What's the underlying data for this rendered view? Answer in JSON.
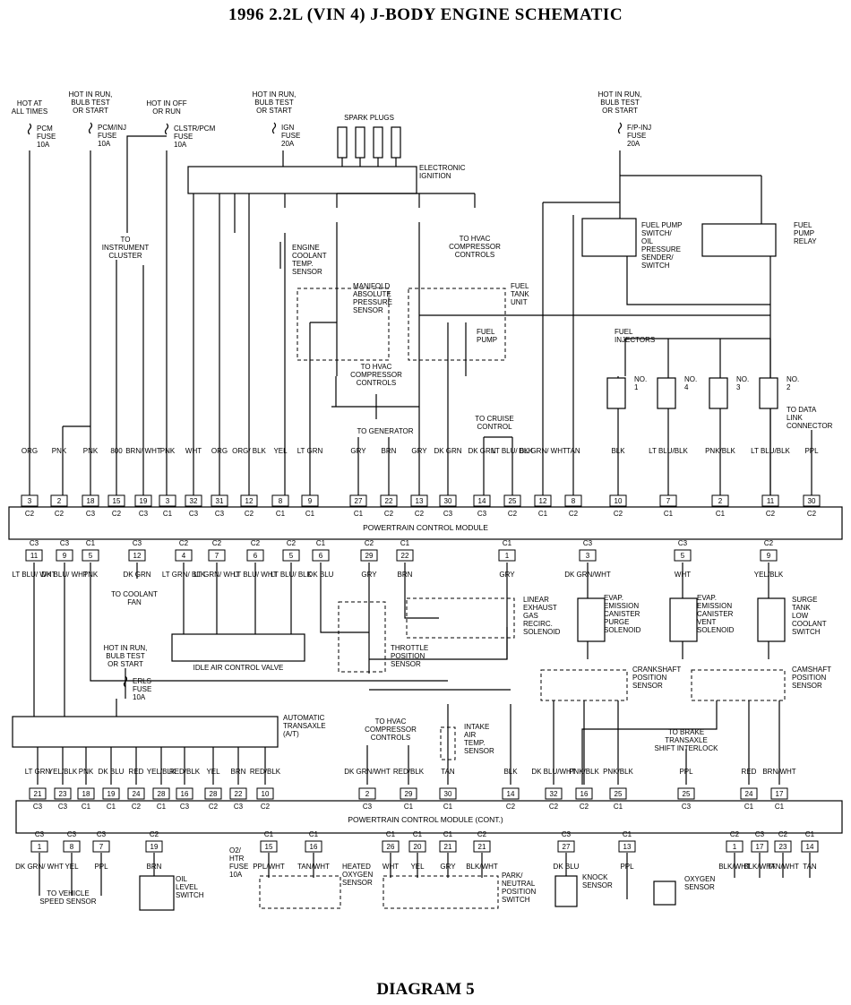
{
  "title": "1996 2.2L (VIN 4) J-BODY ENGINE SCHEMATIC",
  "footer": "DIAGRAM 5",
  "modules": {
    "pcm": "POWERTRAIN CONTROL MODULE",
    "pcm_cont": "POWERTRAIN CONTROL MODULE (CONT.)"
  },
  "power_sources": [
    {
      "lines": [
        "HOT AT",
        "ALL TIMES"
      ],
      "fuse": [
        "PCM",
        "FUSE",
        "10A"
      ]
    },
    {
      "lines": [
        "HOT IN RUN,",
        "BULB TEST",
        "OR START"
      ],
      "fuse": [
        "PCM/INJ",
        "FUSE",
        "10A"
      ]
    },
    {
      "lines": [
        "HOT IN OFF",
        "OR RUN"
      ],
      "fuse": [
        "CLSTR/PCM",
        "FUSE",
        "10A"
      ]
    },
    {
      "lines": [
        "HOT IN RUN,",
        "BULB TEST",
        "OR START"
      ],
      "fuse": [
        "IGN",
        "FUSE",
        "20A"
      ]
    },
    {
      "lines": [
        "HOT IN RUN,",
        "BULB TEST",
        "OR START"
      ],
      "fuse": [
        "F/P-INJ",
        "FUSE",
        "20A"
      ]
    },
    {
      "lines": [
        "HOT IN RUN,",
        "BULB TEST",
        "OR START"
      ],
      "fuse": [
        "ERLS",
        "FUSE",
        "10A"
      ]
    }
  ],
  "heater_fuse": [
    "O2/",
    "HTR",
    "FUSE",
    "10A"
  ],
  "components": {
    "spark_plugs": "SPARK PLUGS",
    "electronic_ignition": [
      "ELECTRONIC",
      "IGNITION"
    ],
    "instrument_cluster": [
      "TO",
      "INSTRUMENT",
      "CLUSTER"
    ],
    "ect_sensor": [
      "ENGINE",
      "COOLANT",
      "TEMP.",
      "SENSOR"
    ],
    "map_sensor": [
      "MANIFOLD",
      "ABSOLUTE",
      "PRESSURE",
      "SENSOR"
    ],
    "fuel_tank_unit": [
      "FUEL",
      "TANK",
      "UNIT"
    ],
    "fuel_pump": [
      "FUEL",
      "PUMP"
    ],
    "hvac_1": [
      "TO HVAC",
      "COMPRESSOR",
      "CONTROLS"
    ],
    "hvac_2": [
      "TO HVAC",
      "COMPRESSOR",
      "CONTROLS"
    ],
    "hvac_3": [
      "TO HVAC",
      "COMPRESSOR",
      "CONTROLS"
    ],
    "generator": "TO GENERATOR",
    "cruise": [
      "TO CRUISE",
      "CONTROL"
    ],
    "fuel_pump_switch": [
      "FUEL PUMP",
      "SWITCH/",
      "OIL",
      "PRESSURE",
      "SENDER/",
      "SWITCH"
    ],
    "fuel_pump_relay": [
      "FUEL",
      "PUMP",
      "RELAY"
    ],
    "fuel_injectors": [
      "FUEL",
      "INJECTORS"
    ],
    "injector_nos": [
      [
        "NO.",
        "1"
      ],
      [
        "NO.",
        "4"
      ],
      [
        "NO.",
        "3"
      ],
      [
        "NO.",
        "2"
      ]
    ],
    "data_link": [
      "TO DATA",
      "LINK",
      "CONNECTOR"
    ],
    "coolant_fan": [
      "TO COOLANT",
      "FAN"
    ],
    "iac": "IDLE AIR CONTROL VALVE",
    "tps": [
      "THROTTLE",
      "POSITION",
      "SENSOR"
    ],
    "egr": [
      "LINEAR",
      "EXHAUST",
      "GAS",
      "RECIRC.",
      "SOLENOID"
    ],
    "evap_purge": [
      "EVAP.",
      "EMISSION",
      "CANISTER",
      "PURGE",
      "SOLENOID"
    ],
    "evap_vent": [
      "EVAP.",
      "EMISSION",
      "CANISTER",
      "VENT",
      "SOLENOID"
    ],
    "surge_tank": [
      "SURGE",
      "TANK",
      "LOW",
      "COOLANT",
      "SWITCH"
    ],
    "ckp": [
      "CRANKSHAFT",
      "POSITION",
      "SENSOR"
    ],
    "cmp": [
      "CAMSHAFT",
      "POSITION",
      "SENSOR"
    ],
    "transaxle": [
      "AUTOMATIC",
      "TRANSAXLE",
      "(A/T)"
    ],
    "iat": [
      "INTAKE",
      "AIR",
      "TEMP.",
      "SENSOR"
    ],
    "brake_interlock": [
      "TO BRAKE",
      "TRANSAXLE",
      "SHIFT INTERLOCK"
    ],
    "vss": [
      "TO VEHICLE",
      "SPEED SENSOR"
    ],
    "oil_level": [
      "OIL",
      "LEVEL",
      "SWITCH"
    ],
    "ho2s": [
      "HEATED",
      "OXYGEN",
      "SENSOR"
    ],
    "park_neutral": [
      "PARK/",
      "NEUTRAL",
      "POSITION",
      "SWITCH"
    ],
    "knock": [
      "KNOCK",
      "SENSOR"
    ],
    "o2": [
      "OXYGEN",
      "SENSOR"
    ]
  },
  "pcm_top_pins": [
    {
      "pin": "3",
      "conn": "C2",
      "wire": "ORG"
    },
    {
      "pin": "2",
      "conn": "C2",
      "wire": "PNK"
    },
    {
      "pin": "18",
      "conn": "C3",
      "wire": "PNK"
    },
    {
      "pin": "15",
      "conn": "C2",
      "wire": "800"
    },
    {
      "pin": "19",
      "conn": "C3",
      "wire": "BRN/ WHT"
    },
    {
      "pin": "3",
      "conn": "C1",
      "wire": "PNK"
    },
    {
      "pin": "32",
      "conn": "C3",
      "wire": "WHT"
    },
    {
      "pin": "31",
      "conn": "C3",
      "wire": "ORG"
    },
    {
      "pin": "12",
      "conn": "C2",
      "wire": "ORG/ BLK"
    },
    {
      "pin": "8",
      "conn": "C1",
      "wire": "YEL"
    },
    {
      "pin": "9",
      "conn": "C1",
      "wire": "LT GRN"
    },
    {
      "pin": "27",
      "conn": "C1",
      "wire": "GRY"
    },
    {
      "pin": "22",
      "conn": "C2",
      "wire": "BRN"
    },
    {
      "pin": "13",
      "conn": "C2",
      "wire": "GRY"
    },
    {
      "pin": "30",
      "conn": "C3",
      "wire": "DK GRN"
    },
    {
      "pin": "14",
      "conn": "C3",
      "wire": "DK GRN"
    },
    {
      "pin": "25",
      "conn": "C2",
      "wire": "LT BLU/ BLK"
    },
    {
      "pin": "12",
      "conn": "C1",
      "wire": "DK GRN/ WHT"
    },
    {
      "pin": "8",
      "conn": "C2",
      "wire": "TAN"
    },
    {
      "pin": "10",
      "conn": "C2",
      "wire": "BLK"
    },
    {
      "pin": "7",
      "conn": "C1",
      "wire": "LT BLU/BLK"
    },
    {
      "pin": "2",
      "conn": "C1",
      "wire": "PNK/BLK"
    },
    {
      "pin": "11",
      "conn": "C2",
      "wire": "LT BLU/BLK"
    },
    {
      "pin": "30",
      "conn": "C2",
      "wire": "PPL"
    }
  ],
  "pcm_mid_pins": [
    {
      "pin": "11",
      "conn": "C3",
      "wire": "LT BLU/ WHT"
    },
    {
      "pin": "9",
      "conn": "C3",
      "wire": "DK BLU/ WHT"
    },
    {
      "pin": "5",
      "conn": "C1",
      "wire": "PNK"
    },
    {
      "pin": "12",
      "conn": "C3",
      "wire": "DK GRN"
    },
    {
      "pin": "4",
      "conn": "C2",
      "wire": "LT GRN/ BLK"
    },
    {
      "pin": "7",
      "conn": "C2",
      "wire": "LT GRN/ WHT"
    },
    {
      "pin": "6",
      "conn": "C2",
      "wire": "LT BLU/ WHT"
    },
    {
      "pin": "5",
      "conn": "C2",
      "wire": "LT BLU/ BLK"
    },
    {
      "pin": "6",
      "conn": "C1",
      "wire": "DK BLU"
    },
    {
      "pin": "29",
      "conn": "C2",
      "wire": "GRY"
    },
    {
      "pin": "22",
      "conn": "C1",
      "wire": "BRN"
    },
    {
      "pin": "1",
      "conn": "C1",
      "wire": "GRY"
    },
    {
      "pin": "3",
      "conn": "C3",
      "wire": "DK GRN/WHT"
    },
    {
      "pin": "5",
      "conn": "C3",
      "wire": "WHT"
    },
    {
      "pin": "9",
      "conn": "C2",
      "wire": "YEL/BLK"
    }
  ],
  "pcm2_top_pins": [
    {
      "pin": "21",
      "conn": "C3",
      "wire": "LT GRN"
    },
    {
      "pin": "23",
      "conn": "C3",
      "wire": "YEL/BLK"
    },
    {
      "pin": "18",
      "conn": "C1",
      "wire": "PNK"
    },
    {
      "pin": "19",
      "conn": "C1",
      "wire": "DK BLU"
    },
    {
      "pin": "24",
      "conn": "C2",
      "wire": "RED"
    },
    {
      "pin": "28",
      "conn": "C1",
      "wire": "YEL/BLK"
    },
    {
      "pin": "16",
      "conn": "C3",
      "wire": "RED/BLK"
    },
    {
      "pin": "28",
      "conn": "C2",
      "wire": "YEL"
    },
    {
      "pin": "22",
      "conn": "C3",
      "wire": "BRN"
    },
    {
      "pin": "10",
      "conn": "C2",
      "wire": "RED/BLK"
    },
    {
      "pin": "2",
      "conn": "C3",
      "wire": "DK GRN/WHT"
    },
    {
      "pin": "29",
      "conn": "C1",
      "wire": "RED/BLK"
    },
    {
      "pin": "30",
      "conn": "C1",
      "wire": "TAN"
    },
    {
      "pin": "14",
      "conn": "C2",
      "wire": "BLK"
    },
    {
      "pin": "32",
      "conn": "C2",
      "wire": "DK BLU/WHT"
    },
    {
      "pin": "16",
      "conn": "C2",
      "wire": "PNK/BLK"
    },
    {
      "pin": "25",
      "conn": "C1",
      "wire": "PNK/BLK"
    },
    {
      "pin": "25",
      "conn": "C3",
      "wire": "PPL"
    },
    {
      "pin": "24",
      "conn": "C1",
      "wire": "RED"
    },
    {
      "pin": "17",
      "conn": "C1",
      "wire": "BRN/WHT"
    }
  ],
  "pcm2_bottom_pins": [
    {
      "pin": "1",
      "conn": "C3",
      "wire": "DK GRN/ WHT"
    },
    {
      "pin": "8",
      "conn": "C3",
      "wire": "YEL"
    },
    {
      "pin": "7",
      "conn": "C3",
      "wire": "PPL"
    },
    {
      "pin": "19",
      "conn": "C2",
      "wire": "BRN"
    },
    {
      "pin": "15",
      "conn": "C1",
      "wire": "PPL/WHT"
    },
    {
      "pin": "16",
      "conn": "C1",
      "wire": "TAN/WHT"
    },
    {
      "pin": "26",
      "conn": "C1",
      "wire": "WHT"
    },
    {
      "pin": "20",
      "conn": "C1",
      "wire": "YEL"
    },
    {
      "pin": "21",
      "conn": "C1",
      "wire": "GRY"
    },
    {
      "pin": "21",
      "conn": "C2",
      "wire": "BLK/WHT"
    },
    {
      "pin": "27",
      "conn": "C3",
      "wire": "DK BLU"
    },
    {
      "pin": "13",
      "conn": "C1",
      "wire": "PPL"
    },
    {
      "pin": "1",
      "conn": "C2",
      "wire": "BLK/WHT"
    },
    {
      "pin": "17",
      "conn": "C3",
      "wire": "BLK/WHT"
    },
    {
      "pin": "23",
      "conn": "C2",
      "wire": "TAN/WHT"
    },
    {
      "pin": "14",
      "conn": "C1",
      "wire": "TAN"
    }
  ],
  "misc_wires": {
    "pnk": "PNK",
    "gry": "GRY",
    "blk": "BLK",
    "org_blk": "ORG/BLK",
    "org_blk2": "ORG/ BLK",
    "red": "RED",
    "pnk_blk": "PNK/BLK",
    "brn": "BRN",
    "blk_wht": "BLK/WHT",
    "lt_grn": "LT GRN",
    "dk_grn": "DK GRN"
  }
}
